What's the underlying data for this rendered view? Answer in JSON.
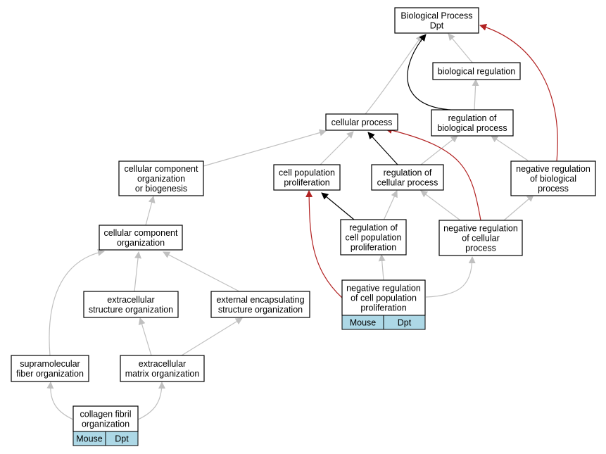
{
  "colors": {
    "gray_edge": "#c0c0c0",
    "black_edge": "#000000",
    "red_edge": "#b22222",
    "tag_fill": "#add8e6"
  },
  "nodes": {
    "bp": [
      "Biological Process",
      "Dpt"
    ],
    "br": [
      "biological regulation"
    ],
    "rbp": [
      "regulation of",
      "biological process"
    ],
    "cp": [
      "cellular process"
    ],
    "ccob": [
      "cellular component",
      "organization",
      "or biogenesis"
    ],
    "cpp": [
      "cell population",
      "proliferation"
    ],
    "rcp": [
      "regulation of",
      "cellular process"
    ],
    "nrbp": [
      "negative regulation",
      "of biological",
      "process"
    ],
    "cco": [
      "cellular component",
      "organization"
    ],
    "rcpp": [
      "regulation of",
      "cell population",
      "proliferation"
    ],
    "nrcp": [
      "negative regulation",
      "of cellular",
      "process"
    ],
    "eso": [
      "extracellular",
      "structure organization"
    ],
    "eeso": [
      "external encapsulating",
      "structure organization"
    ],
    "nrcpp": [
      "negative regulation",
      "of cell population",
      "proliferation"
    ],
    "sfo": [
      "supramolecular",
      "fiber organization"
    ],
    "emo": [
      "extracellular",
      "matrix organization"
    ],
    "cfo": [
      "collagen fibril",
      "organization"
    ]
  },
  "tags": {
    "nrcpp": [
      "Mouse",
      "Dpt"
    ],
    "cfo": [
      "Mouse",
      "Dpt"
    ]
  }
}
